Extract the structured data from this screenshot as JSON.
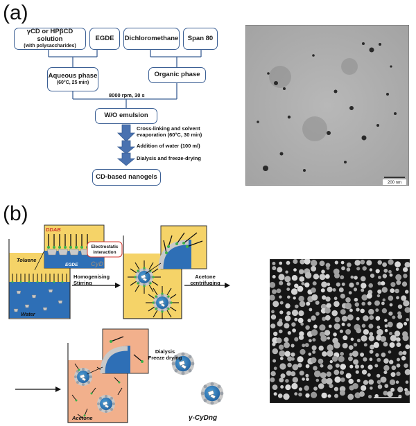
{
  "panel_a": {
    "label": "(a)",
    "boxes": {
      "cd_solution": {
        "line1": "γCD or HPβCD solution",
        "line2": "(with polysaccharides)"
      },
      "egde": "EGDE",
      "dichloromethane": "Dichloromethane",
      "span80": "Span 80",
      "aqueous": {
        "line1": "Aqueous phase",
        "line2": "(60°C, 25 min)"
      },
      "organic": "Organic phase",
      "emulsion": "W/O emulsion",
      "nanogels": "CD-based nanogels"
    },
    "homogenize_label": "8000 rpm, 30 s",
    "steps": [
      "Cross-linking and solvent\nevaporation (60°C, 30 min)",
      "Addition of water (100 ml)",
      "Dialysis and freeze-drying"
    ],
    "tem_scale_label": "200 nm"
  },
  "panel_b": {
    "label": "(b)",
    "inset_labels": {
      "ddab": "DDAB",
      "egde": "EGDE",
      "cyd": "CyD"
    },
    "electrostatic": {
      "line1": "Electrostatic",
      "line2": "interaction"
    },
    "toluene": "Toluene",
    "water": "Water",
    "acetone": "Acetone",
    "step1": {
      "line1": "Homogenising",
      "line2": "Stirring"
    },
    "step2": {
      "line1": "Acetone",
      "line2": "centrifuging"
    },
    "step3": {
      "line1": "Dialysis",
      "line2": "Freeze drying"
    },
    "product": "γ-CyDng",
    "colors": {
      "toluene": "#f5d368",
      "water": "#2e6fb6",
      "acetone": "#f2b08c",
      "ddab_label": "#d0342c",
      "box_border": "#3b5f94"
    }
  }
}
